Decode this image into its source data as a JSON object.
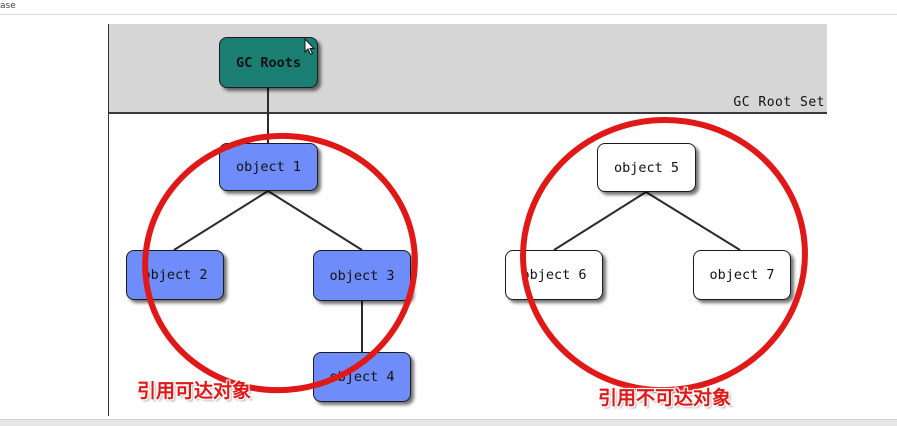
{
  "window": {
    "title_fragment": "ase"
  },
  "root_set": {
    "label": "GC Root Set"
  },
  "nodes": {
    "gc_roots": "GC Roots",
    "object1": "object 1",
    "object2": "object 2",
    "object3": "object 3",
    "object4": "object 4",
    "object5": "object 5",
    "object6": "object 6",
    "object7": "object 7"
  },
  "captions": {
    "reachable": "引用可达对象",
    "unreachable": "引用不可达对象"
  },
  "colors": {
    "gc_roots": "#1a7e72",
    "reachable": "#6e8dfa",
    "unreachable": "#ffffff",
    "annotation": "#e11818",
    "root_set_band": "#d6d6d6"
  }
}
